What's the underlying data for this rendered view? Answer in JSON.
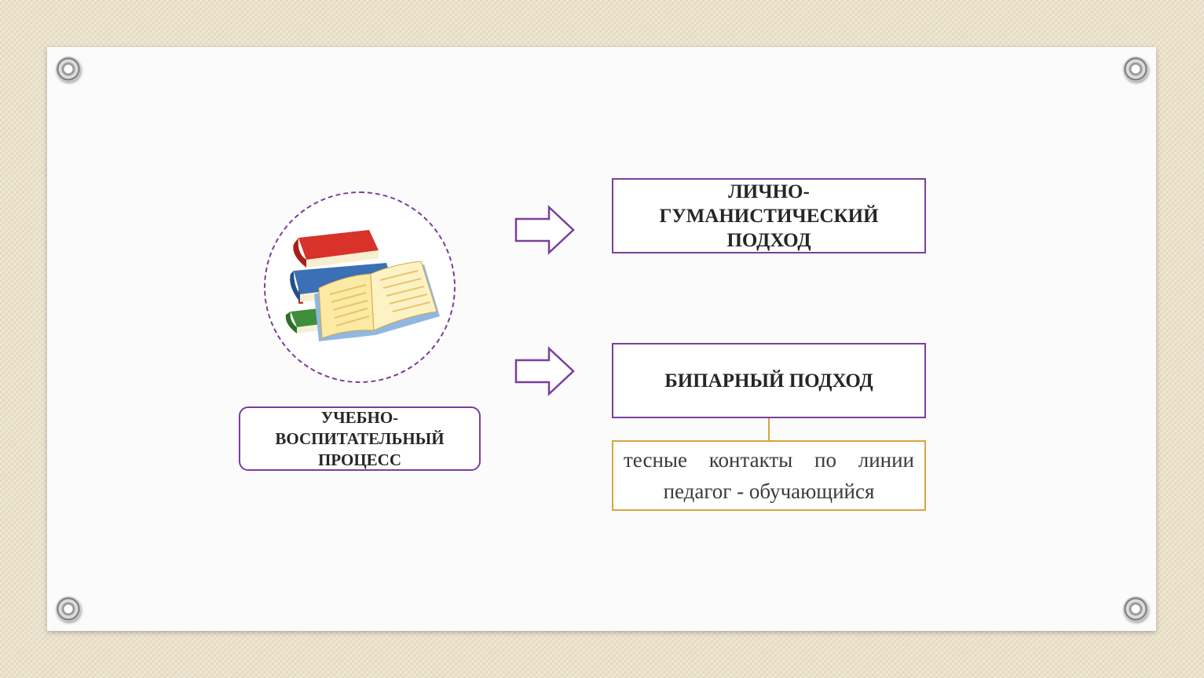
{
  "diagram": {
    "source": {
      "label": "УЧЕБНО-ВОСПИТАТЕЛЬНЫЙ ПРОЦЕСС",
      "icon": "books-icon"
    },
    "approaches": [
      {
        "label": "ЛИЧНО-ГУМАНИСТИЧЕСКИЙ ПОДХОД"
      },
      {
        "label": "БИПАРНЫЙ ПОДХОД"
      }
    ],
    "note": {
      "text": "тесные контакты по линии педагог - обучающийся"
    }
  },
  "colors": {
    "accent": "#7a3e9d",
    "note_border": "#d9a441",
    "background": "#ebe3cc"
  }
}
